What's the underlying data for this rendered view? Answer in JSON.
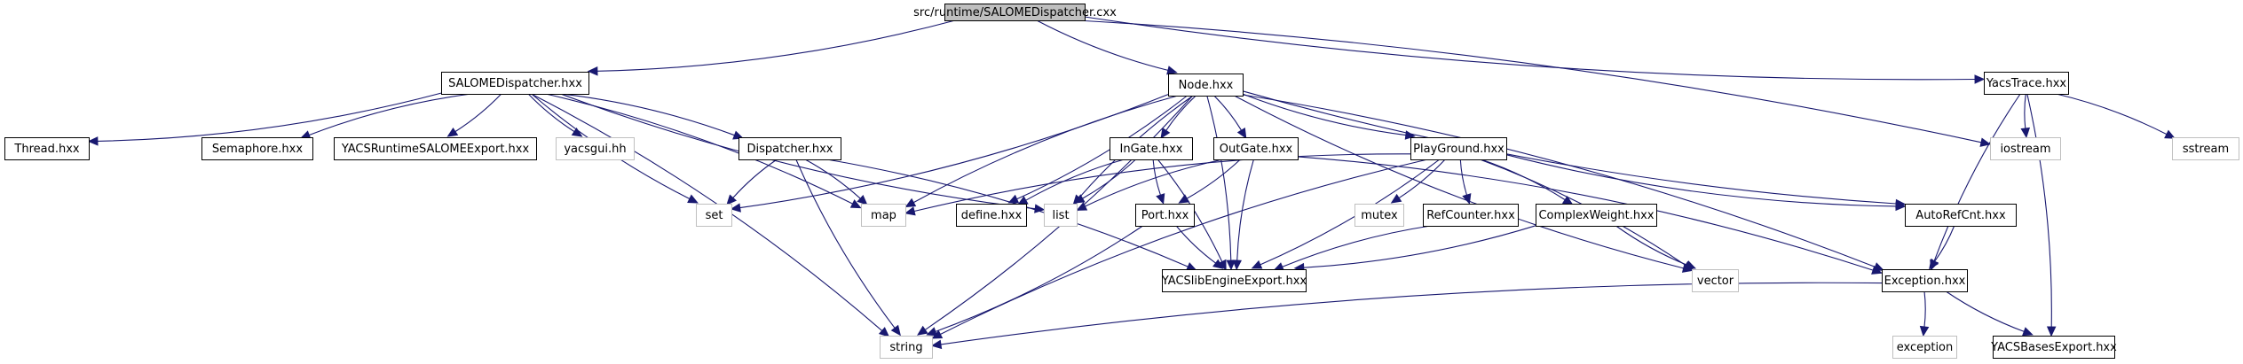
{
  "diagram": {
    "type": "include-dependency-graph",
    "colors": {
      "edge": "#191970",
      "root_fill": "#bfbfbf",
      "internal_border": "#000000",
      "external_border": "#bfbfbf"
    },
    "nodes": [
      {
        "id": "root",
        "label": "src/runtime/SALOMEDispatcher.cxx",
        "kind": "root"
      },
      {
        "id": "salomedispatcher_hxx",
        "label": "SALOMEDispatcher.hxx",
        "kind": "internal"
      },
      {
        "id": "node_hxx",
        "label": "Node.hxx",
        "kind": "internal"
      },
      {
        "id": "yacstrace_hxx",
        "label": "YacsTrace.hxx",
        "kind": "internal"
      },
      {
        "id": "thread_hxx",
        "label": "Thread.hxx",
        "kind": "internal"
      },
      {
        "id": "semaphore_hxx",
        "label": "Semaphore.hxx",
        "kind": "internal"
      },
      {
        "id": "yacsruntimesalomeexport_hxx",
        "label": "YACSRuntimeSALOMEExport.hxx",
        "kind": "internal"
      },
      {
        "id": "yacsgui_hh",
        "label": "yacsgui.hh",
        "kind": "external"
      },
      {
        "id": "dispatcher_hxx",
        "label": "Dispatcher.hxx",
        "kind": "internal"
      },
      {
        "id": "ingate_hxx",
        "label": "InGate.hxx",
        "kind": "internal"
      },
      {
        "id": "outgate_hxx",
        "label": "OutGate.hxx",
        "kind": "internal"
      },
      {
        "id": "playground_hxx",
        "label": "PlayGround.hxx",
        "kind": "internal"
      },
      {
        "id": "iostream",
        "label": "iostream",
        "kind": "external"
      },
      {
        "id": "sstream",
        "label": "sstream",
        "kind": "external"
      },
      {
        "id": "set",
        "label": "set",
        "kind": "external"
      },
      {
        "id": "map",
        "label": "map",
        "kind": "external"
      },
      {
        "id": "define_hxx",
        "label": "define.hxx",
        "kind": "internal"
      },
      {
        "id": "list",
        "label": "list",
        "kind": "external"
      },
      {
        "id": "port_hxx",
        "label": "Port.hxx",
        "kind": "internal"
      },
      {
        "id": "mutex",
        "label": "mutex",
        "kind": "external"
      },
      {
        "id": "refcounter_hxx",
        "label": "RefCounter.hxx",
        "kind": "internal"
      },
      {
        "id": "complexweight_hxx",
        "label": "ComplexWeight.hxx",
        "kind": "internal"
      },
      {
        "id": "autorefcnt_hxx",
        "label": "AutoRefCnt.hxx",
        "kind": "internal"
      },
      {
        "id": "yacslibengineexport_hxx",
        "label": "YACSlibEngineExport.hxx",
        "kind": "internal"
      },
      {
        "id": "vector",
        "label": "vector",
        "kind": "external"
      },
      {
        "id": "exception_hxx",
        "label": "Exception.hxx",
        "kind": "internal"
      },
      {
        "id": "string",
        "label": "string",
        "kind": "external"
      },
      {
        "id": "exception",
        "label": "exception",
        "kind": "external"
      },
      {
        "id": "yacsbasesexport_hxx",
        "label": "YACSBasesExport.hxx",
        "kind": "internal"
      }
    ],
    "edges": [
      [
        "root",
        "salomedispatcher_hxx"
      ],
      [
        "root",
        "node_hxx"
      ],
      [
        "root",
        "iostream"
      ],
      [
        "root",
        "yacstrace_hxx"
      ],
      [
        "salomedispatcher_hxx",
        "thread_hxx"
      ],
      [
        "salomedispatcher_hxx",
        "semaphore_hxx"
      ],
      [
        "salomedispatcher_hxx",
        "yacsruntimesalomeexport_hxx"
      ],
      [
        "salomedispatcher_hxx",
        "yacsgui_hh"
      ],
      [
        "salomedispatcher_hxx",
        "dispatcher_hxx"
      ],
      [
        "salomedispatcher_hxx",
        "set"
      ],
      [
        "salomedispatcher_hxx",
        "map"
      ],
      [
        "salomedispatcher_hxx",
        "list"
      ],
      [
        "salomedispatcher_hxx",
        "string"
      ],
      [
        "node_hxx",
        "ingate_hxx"
      ],
      [
        "node_hxx",
        "outgate_hxx"
      ],
      [
        "node_hxx",
        "playground_hxx"
      ],
      [
        "node_hxx",
        "set"
      ],
      [
        "node_hxx",
        "map"
      ],
      [
        "node_hxx",
        "define_hxx"
      ],
      [
        "node_hxx",
        "list"
      ],
      [
        "node_hxx",
        "string"
      ],
      [
        "node_hxx",
        "vector"
      ],
      [
        "node_hxx",
        "yacslibengineexport_hxx"
      ],
      [
        "node_hxx",
        "autorefcnt_hxx"
      ],
      [
        "node_hxx",
        "exception_hxx"
      ],
      [
        "yacstrace_hxx",
        "iostream"
      ],
      [
        "yacstrace_hxx",
        "sstream"
      ],
      [
        "yacstrace_hxx",
        "exception_hxx"
      ],
      [
        "yacstrace_hxx",
        "yacsbasesexport_hxx"
      ],
      [
        "dispatcher_hxx",
        "set"
      ],
      [
        "dispatcher_hxx",
        "map"
      ],
      [
        "dispatcher_hxx",
        "string"
      ],
      [
        "dispatcher_hxx",
        "yacslibengineexport_hxx"
      ],
      [
        "ingate_hxx",
        "define_hxx"
      ],
      [
        "ingate_hxx",
        "list"
      ],
      [
        "ingate_hxx",
        "port_hxx"
      ],
      [
        "ingate_hxx",
        "yacslibengineexport_hxx"
      ],
      [
        "outgate_hxx",
        "list"
      ],
      [
        "outgate_hxx",
        "port_hxx"
      ],
      [
        "outgate_hxx",
        "yacslibengineexport_hxx"
      ],
      [
        "outgate_hxx",
        "exception_hxx"
      ],
      [
        "playground_hxx",
        "map"
      ],
      [
        "playground_hxx",
        "mutex"
      ],
      [
        "playground_hxx",
        "refcounter_hxx"
      ],
      [
        "playground_hxx",
        "complexweight_hxx"
      ],
      [
        "playground_hxx",
        "autorefcnt_hxx"
      ],
      [
        "playground_hxx",
        "vector"
      ],
      [
        "playground_hxx",
        "string"
      ],
      [
        "playground_hxx",
        "yacslibengineexport_hxx"
      ],
      [
        "port_hxx",
        "yacslibengineexport_hxx"
      ],
      [
        "port_hxx",
        "string"
      ],
      [
        "refcounter_hxx",
        "yacslibengineexport_hxx"
      ],
      [
        "complexweight_hxx",
        "yacslibengineexport_hxx"
      ],
      [
        "complexweight_hxx",
        "vector"
      ],
      [
        "autorefcnt_hxx",
        "exception_hxx"
      ],
      [
        "exception_hxx",
        "string"
      ],
      [
        "exception_hxx",
        "exception"
      ],
      [
        "exception_hxx",
        "yacsbasesexport_hxx"
      ]
    ]
  }
}
